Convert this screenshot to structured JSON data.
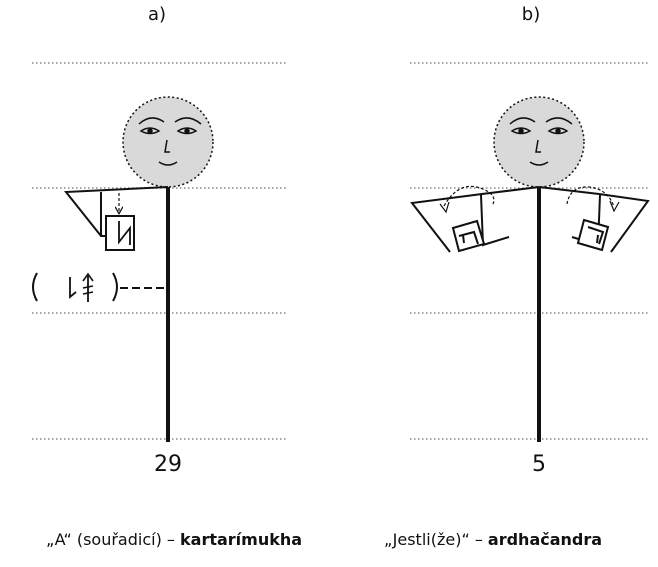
{
  "panels": [
    {
      "letter": "a)",
      "number": "29",
      "caption_prefix": "„A“ (souřadicí) – ",
      "caption_term": "kartarímukha"
    },
    {
      "letter": "b)",
      "number": "5",
      "caption_prefix": "„Jestli(že)“ – ",
      "caption_term": "ardhačandra"
    }
  ]
}
